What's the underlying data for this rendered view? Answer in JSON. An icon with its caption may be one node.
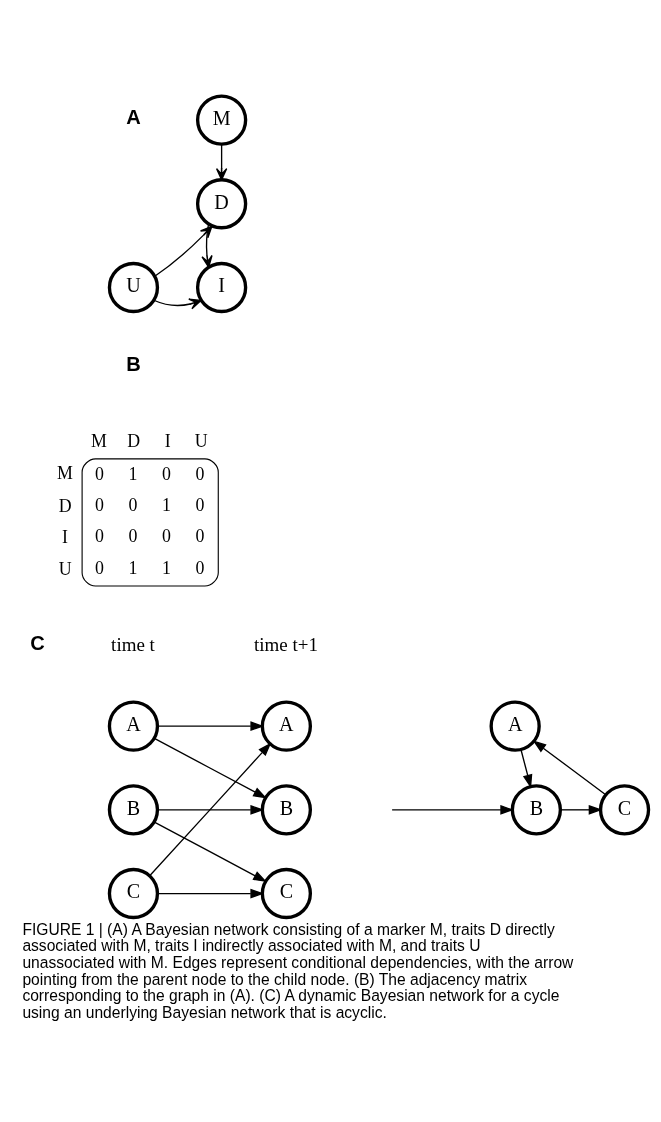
{
  "diagram": {
    "caption": "FIGURE 1 | (A) A Bayesian network consisting of a marker M, traits D directly associated with M, traits I indirectly associated with M, and traits U unassociated with M. Edges represent conditional dependencies, with the arrow pointing from the parent node to the child node. (B) The adjacency matrix corresponding to the graph in (A). (C) A dynamic Bayesian network for a cycle using an underlying Bayesian network that is acyclic.",
    "nodes": [
      {
        "text": [
          "M"
        ]
      },
      {
        "text": [
          "D"
        ]
      },
      {
        "text": [
          "U"
        ]
      },
      {
        "text": [
          "I"
        ]
      },
      {
        "text": [
          "A"
        ]
      },
      {
        "text": [
          "A"
        ]
      },
      {
        "text": [
          "B"
        ]
      },
      {
        "text": [
          "B"
        ]
      },
      {
        "text": [
          "C"
        ]
      },
      {
        "text": [
          "C"
        ]
      },
      {
        "text": [
          "A"
        ]
      },
      {
        "text": [
          "B"
        ]
      },
      {
        "text": [
          "C"
        ]
      }
    ],
    "edges": [
      {
        "from": 0,
        "to": 1,
        "arrow": "to"
      },
      {
        "from": 2,
        "to": 1,
        "arrow": "to"
      },
      {
        "from": 1,
        "to": 3,
        "arrow": "to"
      },
      {
        "from": 2,
        "to": 3,
        "arrow": "to"
      },
      {
        "from": 4,
        "to": 5,
        "arrow": "to"
      },
      {
        "from": 4,
        "to": 7,
        "arrow": "to"
      },
      {
        "from": 6,
        "to": 7,
        "arrow": "to"
      },
      {
        "from": 6,
        "to": 9,
        "arrow": "to"
      },
      {
        "from": 8,
        "to": 5,
        "arrow": "to"
      },
      {
        "from": 8,
        "to": 9,
        "arrow": "to"
      },
      {
        "from": null,
        "to": 11,
        "arrow": "to"
      },
      {
        "from": 10,
        "to": 11,
        "arrow": "to"
      },
      {
        "from": 11,
        "to": 12,
        "arrow": "to"
      },
      {
        "from": 12,
        "to": 10,
        "arrow": "to"
      }
    ],
    "labels": [
      "A",
      "B",
      "M",
      "D",
      "I",
      "U",
      "M",
      "0",
      "1",
      "0",
      "0",
      "D",
      "0",
      "0",
      "1",
      "0",
      "I",
      "0",
      "0",
      "0",
      "0",
      "U",
      "0",
      "1",
      "1",
      "0",
      "C",
      "time t",
      "time t+1"
    ]
  }
}
